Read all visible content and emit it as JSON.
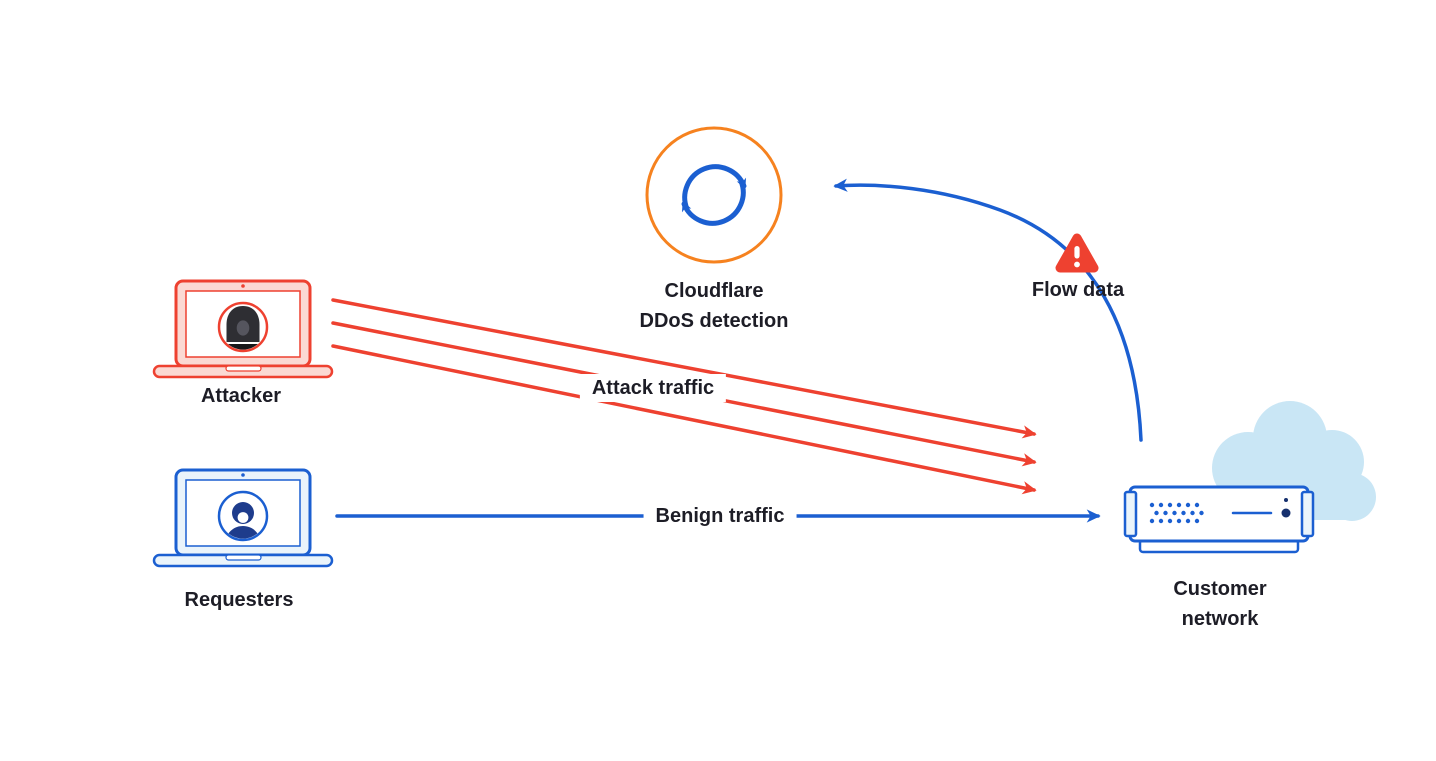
{
  "colors": {
    "red": "#ee4130",
    "orange": "#f6821f",
    "blue": "#1b5fd1",
    "cloud_blue": "#c9e6f5",
    "laptop_pink": "#fbd9d3",
    "laptop_pale_blue": "#eaf4fb",
    "avatar_navy": "#1e3c8c",
    "hood_dark": "#2e2e33",
    "text": "#1d1d26"
  },
  "nodes": {
    "cloudflare_ddos_detection": {
      "label_line1": "Cloudflare",
      "label_line2": "DDoS detection"
    },
    "flow_data": {
      "label": "Flow data"
    },
    "attacker": {
      "label": "Attacker"
    },
    "requesters": {
      "label": "Requesters"
    },
    "customer_network": {
      "label_line1": "Customer",
      "label_line2": "network"
    }
  },
  "edges": {
    "attack_traffic": {
      "label": "Attack traffic",
      "from": "attacker",
      "to": "customer_network",
      "line_count": 3
    },
    "benign_traffic": {
      "label": "Benign traffic",
      "from": "requesters",
      "to": "customer_network"
    },
    "flow_data_feed": {
      "from": "customer_network",
      "to": "cloudflare_ddos_detection"
    }
  }
}
